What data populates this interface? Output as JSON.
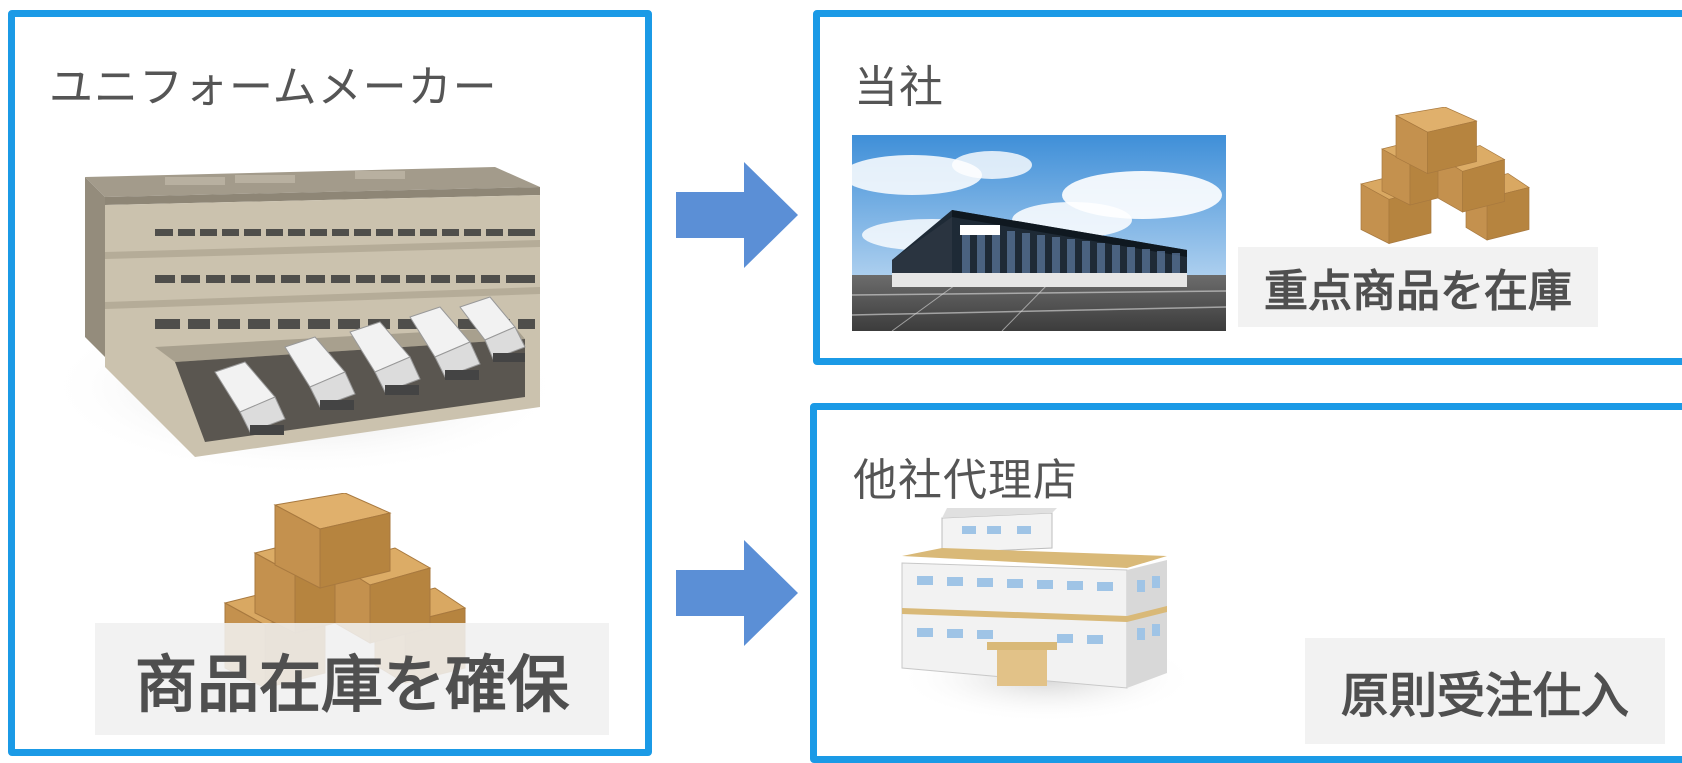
{
  "left_panel": {
    "title": "ユニフォームメーカー",
    "badge": "商品在庫を確保"
  },
  "top_right_panel": {
    "title": "当社",
    "badge": "重点商品を在庫"
  },
  "bottom_right_panel": {
    "title": "他社代理店",
    "badge": "原則受注仕入"
  },
  "colors": {
    "panel_border": "#1b9ae6",
    "arrow": "#5b8fd6",
    "title_text": "#555555",
    "badge_text": "#4f4f4f"
  }
}
